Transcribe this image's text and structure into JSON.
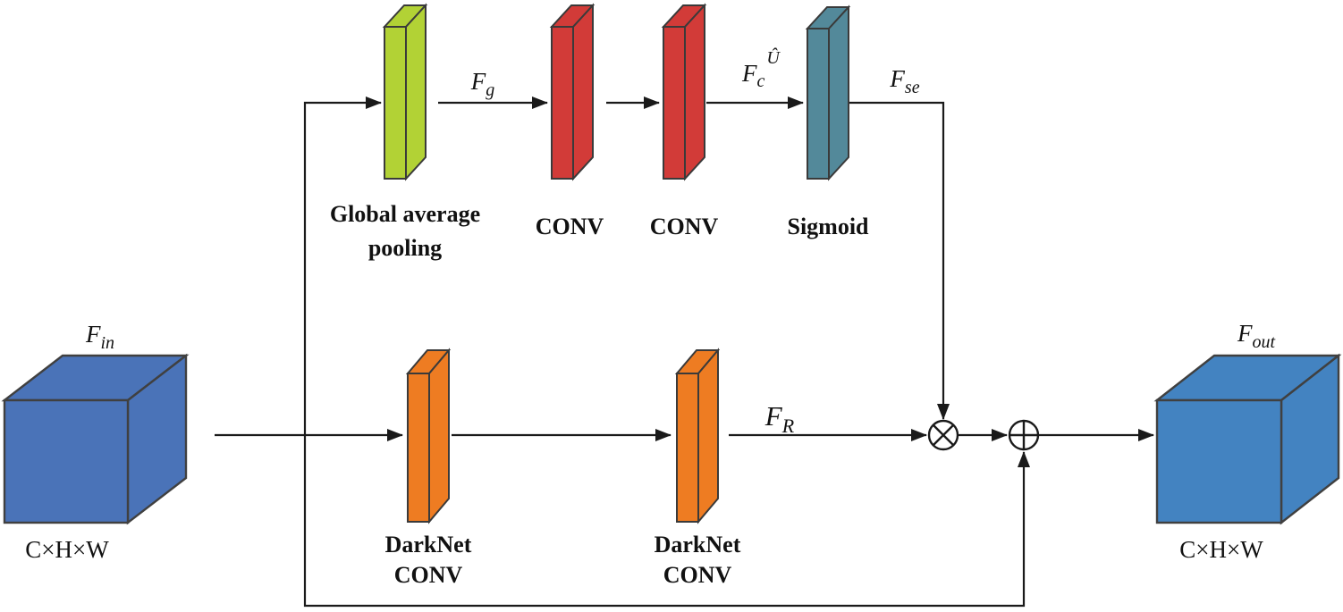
{
  "diagram": {
    "nodes": {
      "input_cube": {
        "name": "F",
        "sub": "in",
        "dims": "C×H×W",
        "color": "#4a73b8"
      },
      "gap": {
        "line1": "Global average",
        "line2": "pooling",
        "color": "#b2d235"
      },
      "conv1": {
        "label": "CONV",
        "color": "#d23b38"
      },
      "conv2": {
        "label": "CONV",
        "color": "#d23b38"
      },
      "sigmoid": {
        "label": "Sigmoid",
        "color": "#53899a"
      },
      "darknet1": {
        "line1": "DarkNet",
        "line2": "CONV",
        "color": "#ee7c22"
      },
      "darknet2": {
        "line1": "DarkNet",
        "line2": "CONV",
        "color": "#ee7c22"
      },
      "output_cube": {
        "name": "F",
        "sub": "out",
        "dims": "C×H×W",
        "color": "#4383c1"
      }
    },
    "edge_labels": {
      "fg": {
        "name": "F",
        "sub": "g"
      },
      "fc": {
        "name": "F",
        "sub": "c",
        "sup": "Û"
      },
      "fse": {
        "name": "F",
        "sub": "se"
      },
      "fr": {
        "name": "F",
        "sub": "R"
      }
    },
    "operators": {
      "multiply": "⊗",
      "add": "⊕"
    }
  }
}
